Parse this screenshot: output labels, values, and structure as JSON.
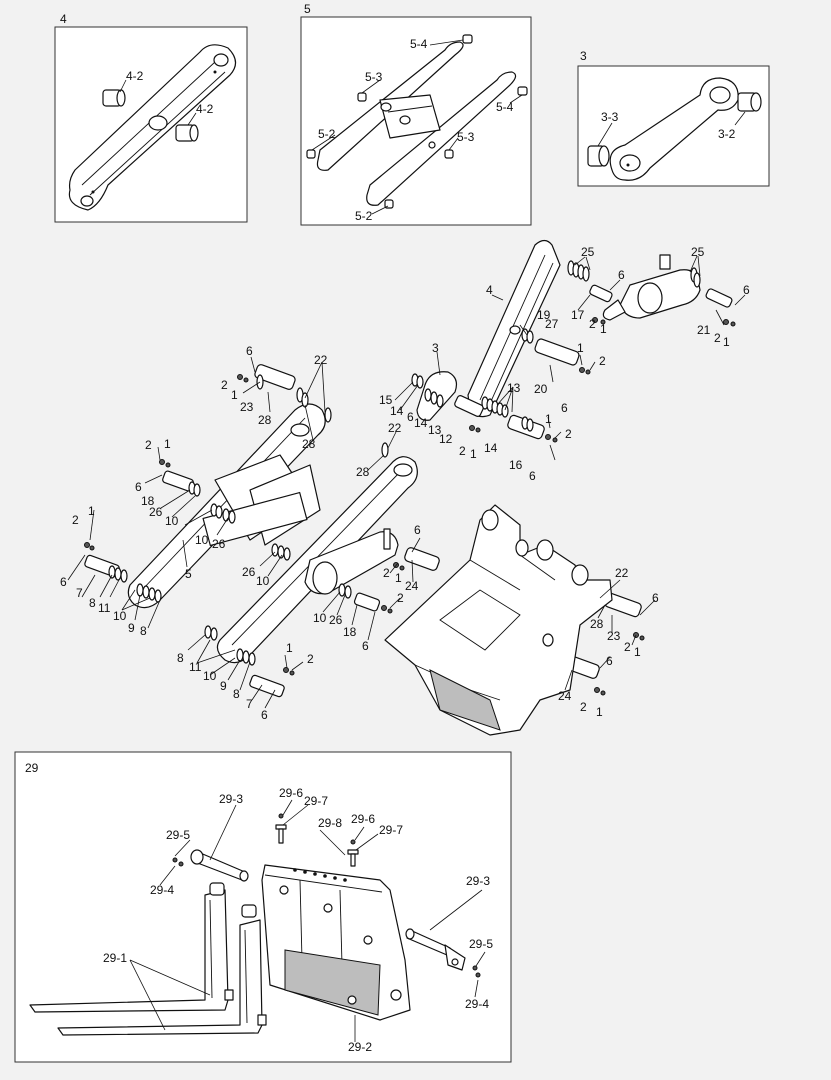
{
  "boxes": {
    "b4": "4",
    "b5": "5",
    "b3": "3",
    "b29": "29"
  },
  "labels": {
    "l4_2a": "4-2",
    "l4_2b": "4-2",
    "l5_4a": "5-4",
    "l5_3a": "5-3",
    "l5_4b": "5-4",
    "l5_2a": "5-2",
    "l5_3b": "5-3",
    "l5_2b": "5-2",
    "l3_3": "3-3",
    "l3_2": "3-2",
    "m25a": "25",
    "m25b": "25",
    "m6a": "6",
    "m6b": "6",
    "m4": "4",
    "m17": "17",
    "m2a": "2",
    "m1a": "1",
    "m21": "21",
    "m2b": "2",
    "m1b": "1",
    "m19": "19",
    "m27": "27",
    "m1c": "1",
    "m2c": "2",
    "m20": "20",
    "m6c": "6",
    "m3": "3",
    "m15": "15",
    "m14a": "14",
    "m6d": "6",
    "m14b": "14",
    "m13a": "13",
    "m13b": "13",
    "m12": "12",
    "m2d": "2",
    "m1d": "1",
    "m14c": "14",
    "m16": "16",
    "m1e": "1",
    "m2e": "2",
    "m6e": "6",
    "m6f": "6",
    "m22a": "22",
    "m2f": "2",
    "m1f": "1",
    "m23a": "23",
    "m28a": "28",
    "m28b": "28",
    "m22b": "22",
    "m28c": "28",
    "m2g": "2",
    "m1g": "1",
    "m6g": "6",
    "m18a": "18",
    "m26a": "26",
    "m10a": "10",
    "m10b": "10",
    "m26b": "26",
    "m5": "5",
    "m2h": "2",
    "m1h": "1",
    "m6h": "6",
    "m7a": "7",
    "m8a": "8",
    "m11a": "11",
    "m10c": "10",
    "m9a": "9",
    "m8b": "8",
    "m26c": "26",
    "m10d": "10",
    "m6i": "6",
    "m2i": "2",
    "m1i": "1",
    "m24a": "24",
    "m10e": "10",
    "m26d": "26",
    "m18b": "18",
    "m2j": "2",
    "m6j": "6",
    "m22c": "22",
    "m6k": "6",
    "m28d": "28",
    "m23b": "23",
    "m2k": "2",
    "m1k": "1",
    "m6l": "6",
    "m24b": "24",
    "m2l": "2",
    "m1l": "1",
    "m8c": "8",
    "m11b": "11",
    "m10f": "10",
    "m9b": "9",
    "m8d": "8",
    "m7b": "7",
    "m1m": "1",
    "m2m": "2",
    "m6m": "6",
    "f29_3a": "29-3",
    "f29_6a": "29-6",
    "f29_7a": "29-7",
    "f29_5a": "29-5",
    "f29_8": "29-8",
    "f29_6b": "29-6",
    "f29_7b": "29-7",
    "f29_4a": "29-4",
    "f29_3b": "29-3",
    "f29_5b": "29-5",
    "f29_1": "29-1",
    "f29_4b": "29-4",
    "f29_2": "29-2"
  },
  "colors": {
    "background": "#f2f2f2",
    "panel": "#ffffff",
    "ink": "#111111"
  }
}
